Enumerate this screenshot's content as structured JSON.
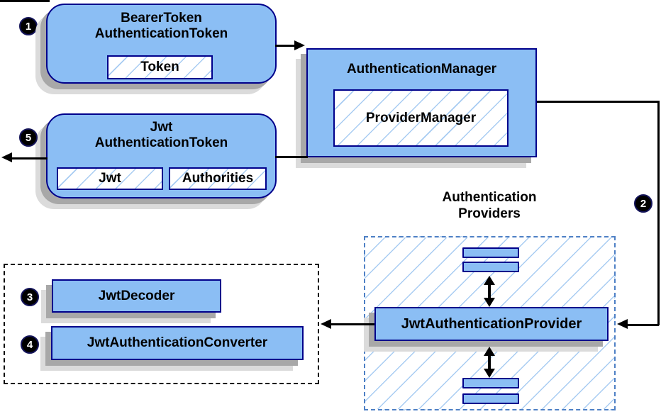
{
  "palette": {
    "box_fill": "#8BBEF4",
    "box_border": "#00008B",
    "hatch_line": "#A8CCF2",
    "shadow_dark": "#A8A8A8",
    "shadow_light": "#DBDBDB",
    "dashed_blue": "#4E80C5",
    "ink": "#000000"
  },
  "badges": {
    "step1": "1",
    "step2": "2",
    "step3": "3",
    "step4": "4",
    "step5": "5"
  },
  "nodes": {
    "bearer_token": {
      "title1": "BearerToken",
      "title2": "AuthenticationToken",
      "field_token": "Token"
    },
    "authentication_manager": {
      "title": "AuthenticationManager",
      "field_provider_manager": "ProviderManager"
    },
    "jwt_authentication_token": {
      "title1": "Jwt",
      "title2": "AuthenticationToken",
      "field_jwt": "Jwt",
      "field_authorities": "Authorities"
    },
    "authentication_providers": {
      "label1": "Authentication",
      "label2": "Providers",
      "provider": "JwtAuthenticationProvider"
    },
    "jwt_support": {
      "decoder": "JwtDecoder",
      "converter": "JwtAuthenticationConverter"
    }
  }
}
